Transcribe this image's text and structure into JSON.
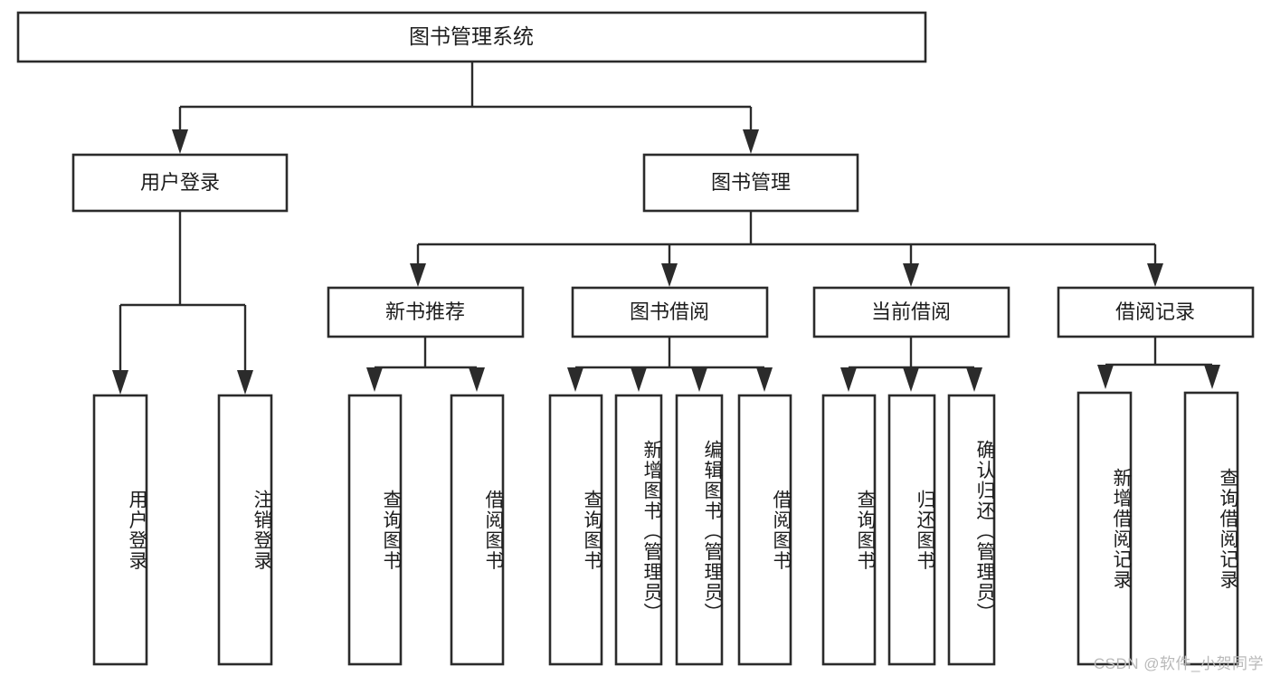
{
  "diagram": {
    "title": "图书管理系统",
    "type": "hierarchy-tree",
    "watermark": "CSDN @软件_小贺同学",
    "colors": {
      "stroke": "#2b2b2b",
      "fill": "#ffffff",
      "text": "#1d1d1d",
      "watermark": "#b9b9b9"
    },
    "root": {
      "id": "root",
      "label": "图书管理系统",
      "orientation": "horizontal"
    },
    "level2": [
      {
        "id": "user-login",
        "label": "用户登录",
        "orientation": "horizontal"
      },
      {
        "id": "book-manage",
        "label": "图书管理",
        "orientation": "horizontal"
      }
    ],
    "level3": [
      {
        "id": "new-book-recommend",
        "label": "新书推荐",
        "parent": "book-manage",
        "orientation": "horizontal"
      },
      {
        "id": "book-borrow",
        "label": "图书借阅",
        "parent": "book-manage",
        "orientation": "horizontal"
      },
      {
        "id": "current-borrow",
        "label": "当前借阅",
        "parent": "book-manage",
        "orientation": "horizontal"
      },
      {
        "id": "borrow-record",
        "label": "借阅记录",
        "parent": "book-manage",
        "orientation": "horizontal"
      }
    ],
    "leaves": [
      {
        "id": "leaf-user-login",
        "label": "用户登录",
        "parent": "user-login",
        "orientation": "vertical"
      },
      {
        "id": "leaf-logout",
        "label": "注销登录",
        "parent": "user-login",
        "orientation": "vertical"
      },
      {
        "id": "leaf-query-book-1",
        "label": "查询图书",
        "parent": "new-book-recommend",
        "orientation": "vertical"
      },
      {
        "id": "leaf-borrow-book-1",
        "label": "借阅图书",
        "parent": "new-book-recommend",
        "orientation": "vertical"
      },
      {
        "id": "leaf-query-book-2",
        "label": "查询图书",
        "parent": "book-borrow",
        "orientation": "vertical"
      },
      {
        "id": "leaf-add-book",
        "label": "新增图书（管理员）",
        "parent": "book-borrow",
        "orientation": "vertical"
      },
      {
        "id": "leaf-edit-book",
        "label": "编辑图书（管理员）",
        "parent": "book-borrow",
        "orientation": "vertical"
      },
      {
        "id": "leaf-borrow-book-2",
        "label": "借阅图书",
        "parent": "book-borrow",
        "orientation": "vertical"
      },
      {
        "id": "leaf-query-book-3",
        "label": "查询图书",
        "parent": "current-borrow",
        "orientation": "vertical"
      },
      {
        "id": "leaf-return-book",
        "label": "归还图书",
        "parent": "current-borrow",
        "orientation": "vertical"
      },
      {
        "id": "leaf-confirm-return",
        "label": "确认归还（管理员）",
        "parent": "current-borrow",
        "orientation": "vertical"
      },
      {
        "id": "leaf-add-record",
        "label": "新增借阅记录",
        "parent": "borrow-record",
        "orientation": "vertical"
      },
      {
        "id": "leaf-query-record",
        "label": "查询借阅记录",
        "parent": "borrow-record",
        "orientation": "vertical"
      }
    ]
  }
}
